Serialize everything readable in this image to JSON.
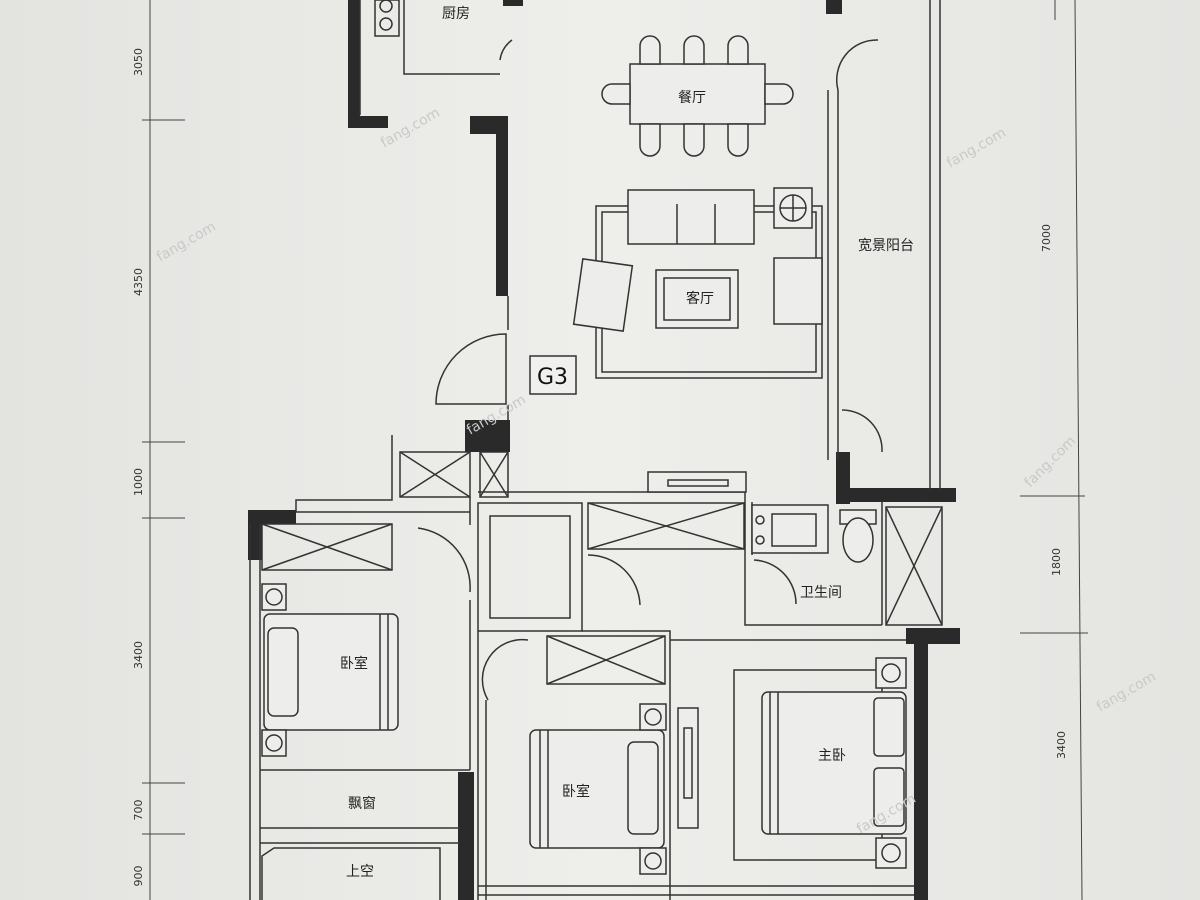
{
  "unit_label": "G3",
  "rooms": {
    "kitchen": "厨房",
    "dining": "餐厅",
    "living": "客厅",
    "balcony": "宽景阳台",
    "bathroom": "卫生间",
    "bedroom_left": "卧室",
    "bedroom_mid": "卧室",
    "master_bedroom": "主卧",
    "bay_window": "飘窗",
    "void": "上空"
  },
  "dimensions_left": [
    "3050",
    "4350",
    "1000",
    "3400",
    "700",
    "900"
  ],
  "dimensions_right": [
    "7000",
    "1800",
    "3400"
  ],
  "watermark": "fang.com"
}
